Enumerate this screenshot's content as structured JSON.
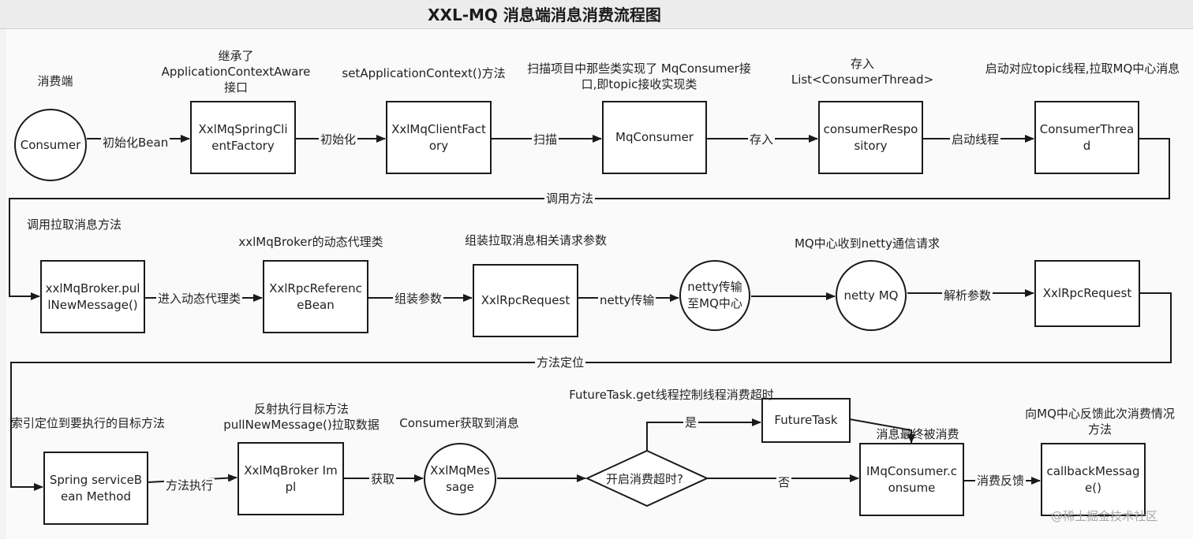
{
  "title": "XXL-MQ 消息端消息消费流程图",
  "watermark": "@稀土掘金技术社区",
  "nodes": {
    "consumer_client": "Consumer",
    "spring_client_factory": "XxlMqSpringClientFactory",
    "client_factory": "XxlMqClientFactory",
    "mq_consumer": "MqConsumer",
    "consumer_respository": "consumerRespository",
    "consumer_thread": "ConsumerThread",
    "pull_new_message": "xxlMqBroker.pullNewMessage()",
    "rpc_reference_bean": "XxlRpcReferenceBean",
    "rpc_request_1": "XxlRpcRequest",
    "netty_transfer": "netty传输至MQ中心",
    "netty_mq": "netty MQ",
    "rpc_request_2": "XxlRpcRequest",
    "spring_service_method": "Spring serviceBean Method",
    "broker_impl": "XxlMqBroker Impl",
    "mq_message": "XxlMqMessage",
    "timeout_decision": "开启消费超时?",
    "future_task": "FutureTask",
    "imq_consume": "IMqConsumer.consume",
    "callback_message": "callbackMessage()"
  },
  "annotations": {
    "consumer_side": "消费端",
    "inherit": "继承了 ApplicationContextAware接口",
    "set_context": "setApplicationContext()方法",
    "scan_classes": "扫描项目中那些类实现了 MqConsumer接口,即topic接收实现类",
    "store_list": "存入 List<ConsumerThread>",
    "start_thread": "启动对应topic线程,拉取MQ中心消息",
    "call_pull": "调用拉取消息方法",
    "dynamic_proxy": "xxlMqBroker的动态代理类",
    "assemble_params": "组装拉取消息相关请求参数",
    "netty_receive": "MQ中心收到netty通信请求",
    "index_locate": "索引定位到要执行的目标方法",
    "reflect_exec": "反射执行目标方法 pullNewMessage()拉取数据",
    "consumer_got": "Consumer获取到消息",
    "future_control": "FutureTask.get线程控制线程消费超时",
    "finally_consumed": "消息最终被消费",
    "feedback": "向MQ中心反馈此次消费情况方法"
  },
  "edges": {
    "init_bean": "初始化Bean",
    "init": "初始化",
    "scan": "扫描",
    "store": "存入",
    "start_thread": "启动线程",
    "call_method": "调用方法",
    "enter_proxy": "进入动态代理类",
    "assemble": "组装参数",
    "netty_transfer": "netty传输",
    "parse_params": "解析参数",
    "method_locate": "方法定位",
    "method_exec": "方法执行",
    "fetch": "获取",
    "yes": "是",
    "no": "否",
    "consume_feedback": "消费反馈"
  }
}
